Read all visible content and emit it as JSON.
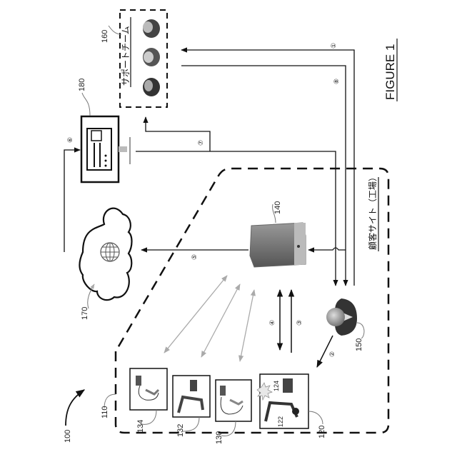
{
  "figure": {
    "title": "FIGURE 1",
    "system_ref": "100"
  },
  "support_team": {
    "ref": "160",
    "label": "サポートチーム",
    "members": [
      "support-person-1",
      "support-person-2",
      "support-person-3"
    ]
  },
  "terminal": {
    "ref": "180"
  },
  "cloud": {
    "ref": "170"
  },
  "customer_site": {
    "label": "顧客サイト（工場）",
    "ref": "110"
  },
  "gateway": {
    "ref": "140"
  },
  "operator": {
    "ref": "150"
  },
  "machines": [
    {
      "ref": "134",
      "kind": "robot-arm-with-controller"
    },
    {
      "ref": "132",
      "kind": "robot-arm-with-controller"
    },
    {
      "ref": "130",
      "kind": "robot-arm-with-controller"
    },
    {
      "ref": "120",
      "kind": "robot-with-fault",
      "sub_refs": [
        "124",
        "122"
      ]
    }
  ],
  "steps": {
    "s1": "①",
    "s2": "②",
    "s3": "③",
    "s4": "④",
    "s5": "⑤",
    "s6": "⑥",
    "s7": "⑦",
    "s8": "⑧"
  },
  "colors": {
    "line": "#111111",
    "wireless": "#aaaaaa",
    "device_dark": "#555555"
  }
}
